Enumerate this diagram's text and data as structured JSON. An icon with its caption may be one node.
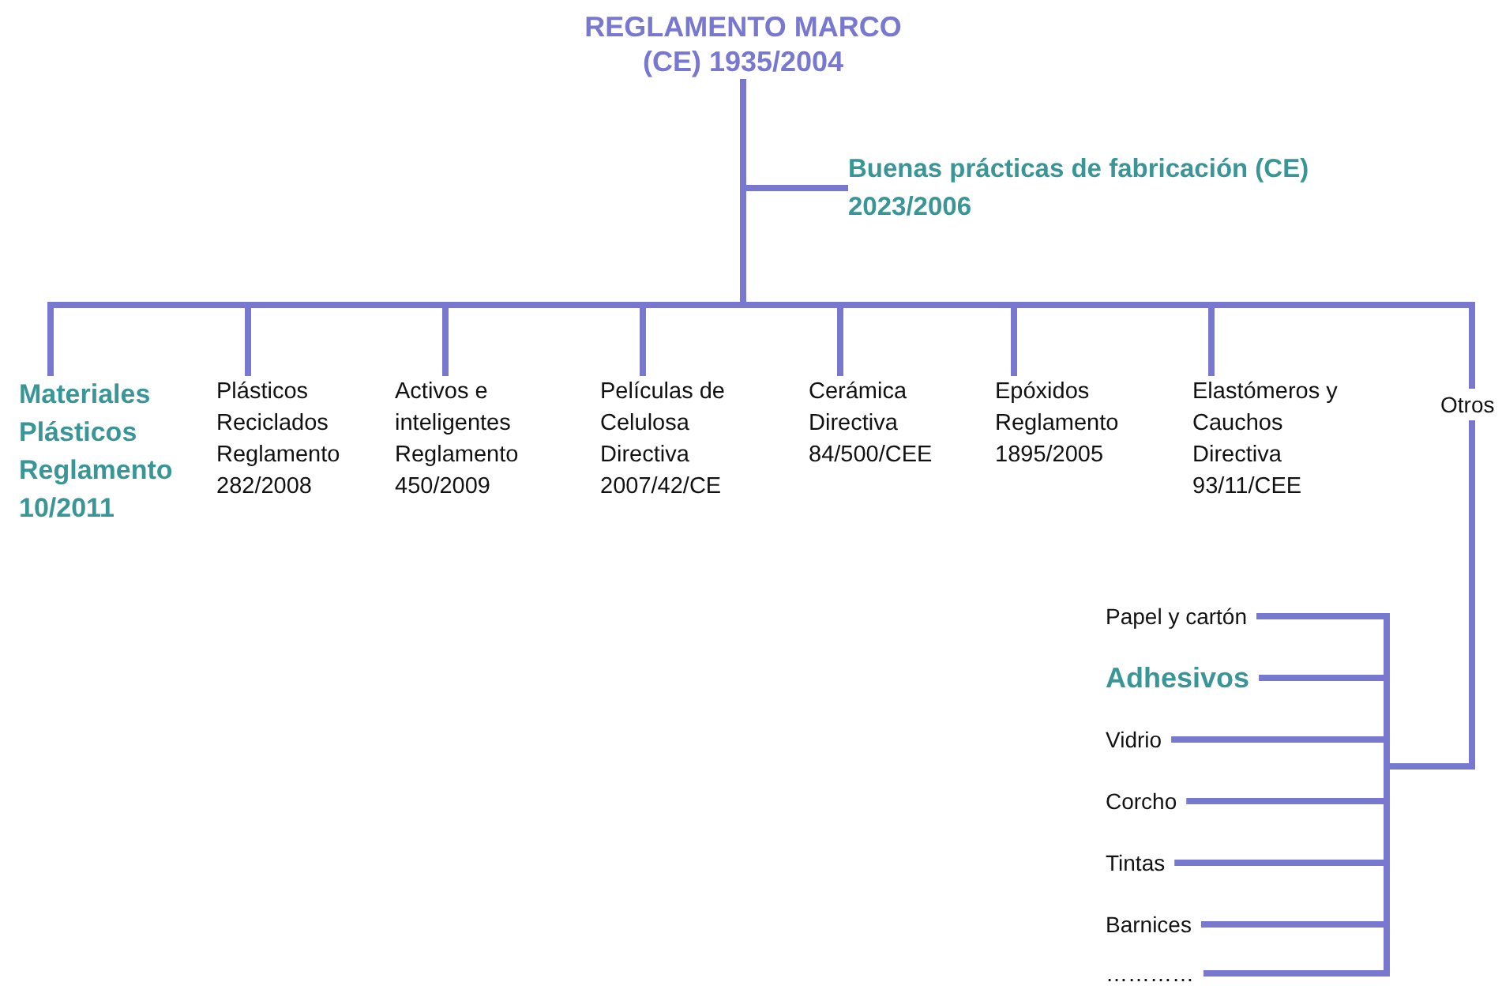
{
  "diagram": {
    "nodes": [
      {
        "text": [
          "REGLAMENTO MARCO (CE) 1935/2004"
        ]
      },
      {
        "text": [
          "Buenas prácticas de fabricación (CE) 2023/2006"
        ]
      },
      {
        "text": [
          "Materiales Plásticos Reglamento 10/2011"
        ]
      },
      {
        "text": [
          "Plásticos Reciclados Reglamento 282/2008"
        ]
      },
      {
        "text": [
          "Activos e inteligentes Reglamento 450/2009"
        ]
      },
      {
        "text": [
          "Películas de Celulosa Directiva 2007/42/CE"
        ]
      },
      {
        "text": [
          "Cerámica Directiva 84/500/CEE"
        ]
      },
      {
        "text": [
          "Epóxidos Reglamento 1895/2005"
        ]
      },
      {
        "text": [
          "Elastómeros y Cauchos Directiva 93/11/CEE"
        ]
      },
      {
        "text": [
          "Otros"
        ]
      },
      {
        "text": [
          "Papel y cartón"
        ]
      },
      {
        "text": [
          "Adhesivos"
        ]
      },
      {
        "text": [
          "Vidrio"
        ]
      },
      {
        "text": [
          "Corcho"
        ]
      },
      {
        "text": [
          "Tintas"
        ]
      },
      {
        "text": [
          "Barnices"
        ]
      },
      {
        "text": [
          "…………"
        ]
      }
    ],
    "edges": [
      {
        "from": 0,
        "to": 1,
        "arrow": "none"
      },
      {
        "from": 0,
        "to": 2,
        "arrow": "none"
      },
      {
        "from": 0,
        "to": 3,
        "arrow": "none"
      },
      {
        "from": 0,
        "to": 4,
        "arrow": "none"
      },
      {
        "from": 0,
        "to": 5,
        "arrow": "none"
      },
      {
        "from": 0,
        "to": 6,
        "arrow": "none"
      },
      {
        "from": 0,
        "to": 7,
        "arrow": "none"
      },
      {
        "from": 0,
        "to": 8,
        "arrow": "none"
      },
      {
        "from": 0,
        "to": 9,
        "arrow": "none"
      },
      {
        "from": 9,
        "to": 10,
        "arrow": "none"
      },
      {
        "from": 9,
        "to": 11,
        "arrow": "none"
      },
      {
        "from": 9,
        "to": 12,
        "arrow": "none"
      },
      {
        "from": 9,
        "to": 13,
        "arrow": "none"
      },
      {
        "from": 9,
        "to": 14,
        "arrow": "none"
      },
      {
        "from": 9,
        "to": 15,
        "arrow": "none"
      },
      {
        "from": 9,
        "to": 16,
        "arrow": "none"
      }
    ]
  }
}
